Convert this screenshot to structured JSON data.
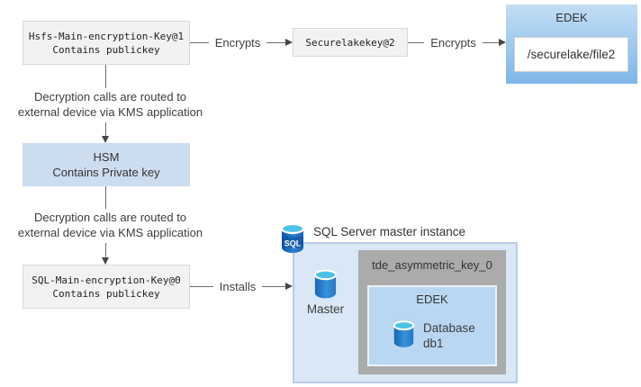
{
  "diagram_type": "encryption-key-flow",
  "colors": {
    "key_box_bg": "#f2f2f2",
    "key_box_border": "#d8d8d8",
    "hsm_box_bg": "#cdddf0",
    "edek_gradient_top": "#c3ddf4",
    "edek_gradient_bottom": "#7fb5e7",
    "container_bg": "#d9e7f6",
    "container_border": "#b7cde9",
    "tde_box_bg": "#ababab",
    "inner_edek_bg": "#b9d7f3",
    "arrow_line": "#6e6e6e",
    "cylinder_blue": "#2b7fd0",
    "cylinder_top_cyan": "#4cc2e9"
  },
  "nodes": {
    "hsfs_key": {
      "name": "Hsfs-Main-encryption-Key@1",
      "subtitle": "Contains publickey"
    },
    "securelake_key": {
      "name": "Securelakekey@2"
    },
    "edek_file": {
      "title": "EDEK",
      "path": "/securelake/file2"
    },
    "hsm": {
      "title": "HSM",
      "subtitle": "Contains Private key"
    },
    "sql_key": {
      "name": "SQL-Main-encryption-Key@0",
      "subtitle": "Contains publickey"
    },
    "sql_instance": {
      "title": "SQL Server master instance",
      "master_db_label": "Master",
      "tde_key_label": "tde_asymmetric_key_0",
      "edek_label": "EDEK",
      "database_label_line1": "Database",
      "database_label_line2": "db1"
    }
  },
  "edges": {
    "hsfs_to_securelake_label": "Encrypts",
    "securelake_to_edek_label": "Encrypts",
    "sqlkey_to_instance_label": "Installs",
    "hsfs_to_hsm_note": [
      "Decryption calls are routed to",
      "external device via KMS application"
    ],
    "hsm_to_sqlkey_note": [
      "Decryption calls are routed to",
      "external device via KMS application"
    ]
  },
  "icons": {
    "sql_server_icon_text": "SQL"
  }
}
